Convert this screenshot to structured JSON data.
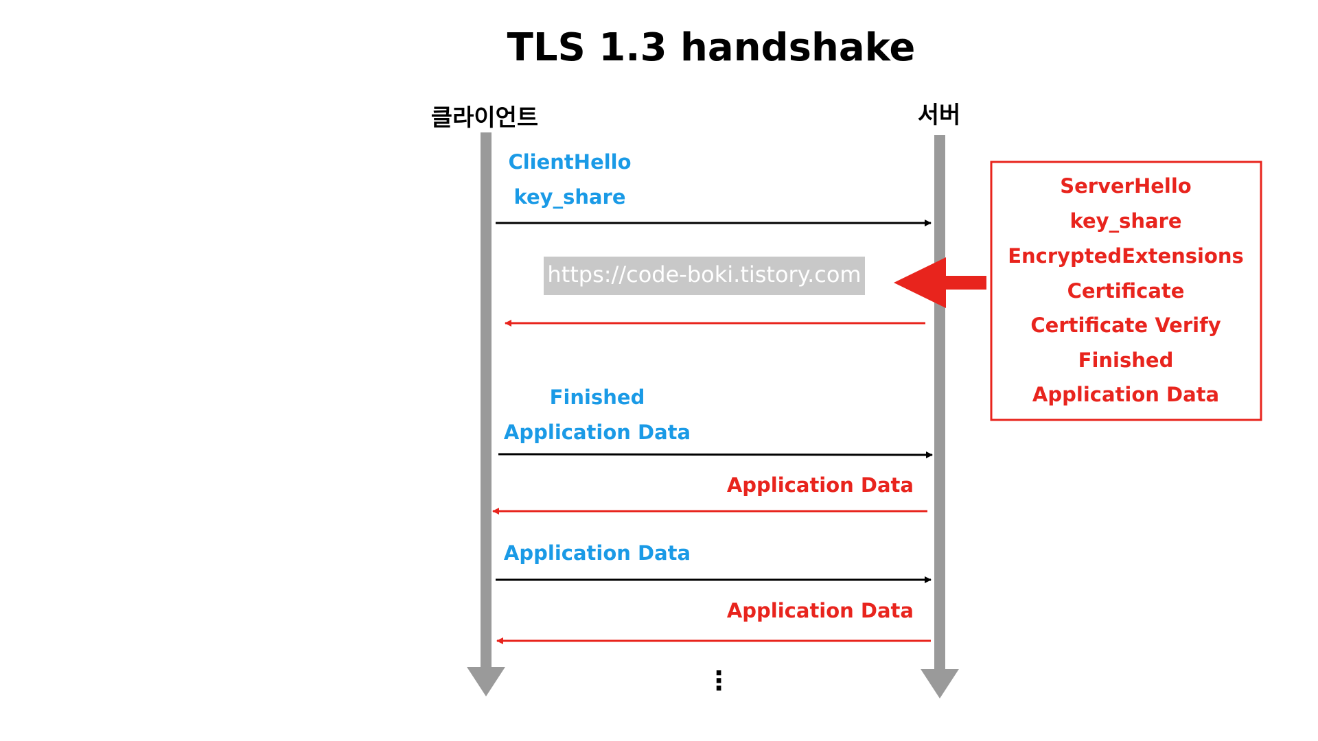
{
  "title": "TLS 1.3 handshake",
  "parties": {
    "client": "클라이언트",
    "server": "서버"
  },
  "colors": {
    "client_message": "#1a9ae6",
    "server_message": "#e8241d",
    "lifeline": "#9a9a9a",
    "arrow_black": "#000000",
    "box_border": "#e8241d",
    "watermark_bg": "#c8c8c8"
  },
  "messages": [
    {
      "direction": "client-to-server",
      "color": "client",
      "lines": [
        "ClientHello",
        "key_share"
      ]
    },
    {
      "direction": "server-to-client",
      "color": "server",
      "lines": []
    },
    {
      "direction": "client-to-server",
      "color": "client",
      "lines": [
        "Finished",
        "Application Data"
      ]
    },
    {
      "direction": "server-to-client",
      "color": "server",
      "lines": [
        "Application Data"
      ]
    },
    {
      "direction": "client-to-server",
      "color": "client",
      "lines": [
        "Application Data"
      ]
    },
    {
      "direction": "server-to-client",
      "color": "server",
      "lines": [
        "Application Data"
      ]
    }
  ],
  "server_box": {
    "lines": [
      "ServerHello",
      "key_share",
      "EncryptedExtensions",
      "Certificate",
      "Certificate Verify",
      "Finished",
      "Application Data"
    ]
  },
  "watermark": "https://code-boki.tistory.com",
  "continuation": "⋮"
}
